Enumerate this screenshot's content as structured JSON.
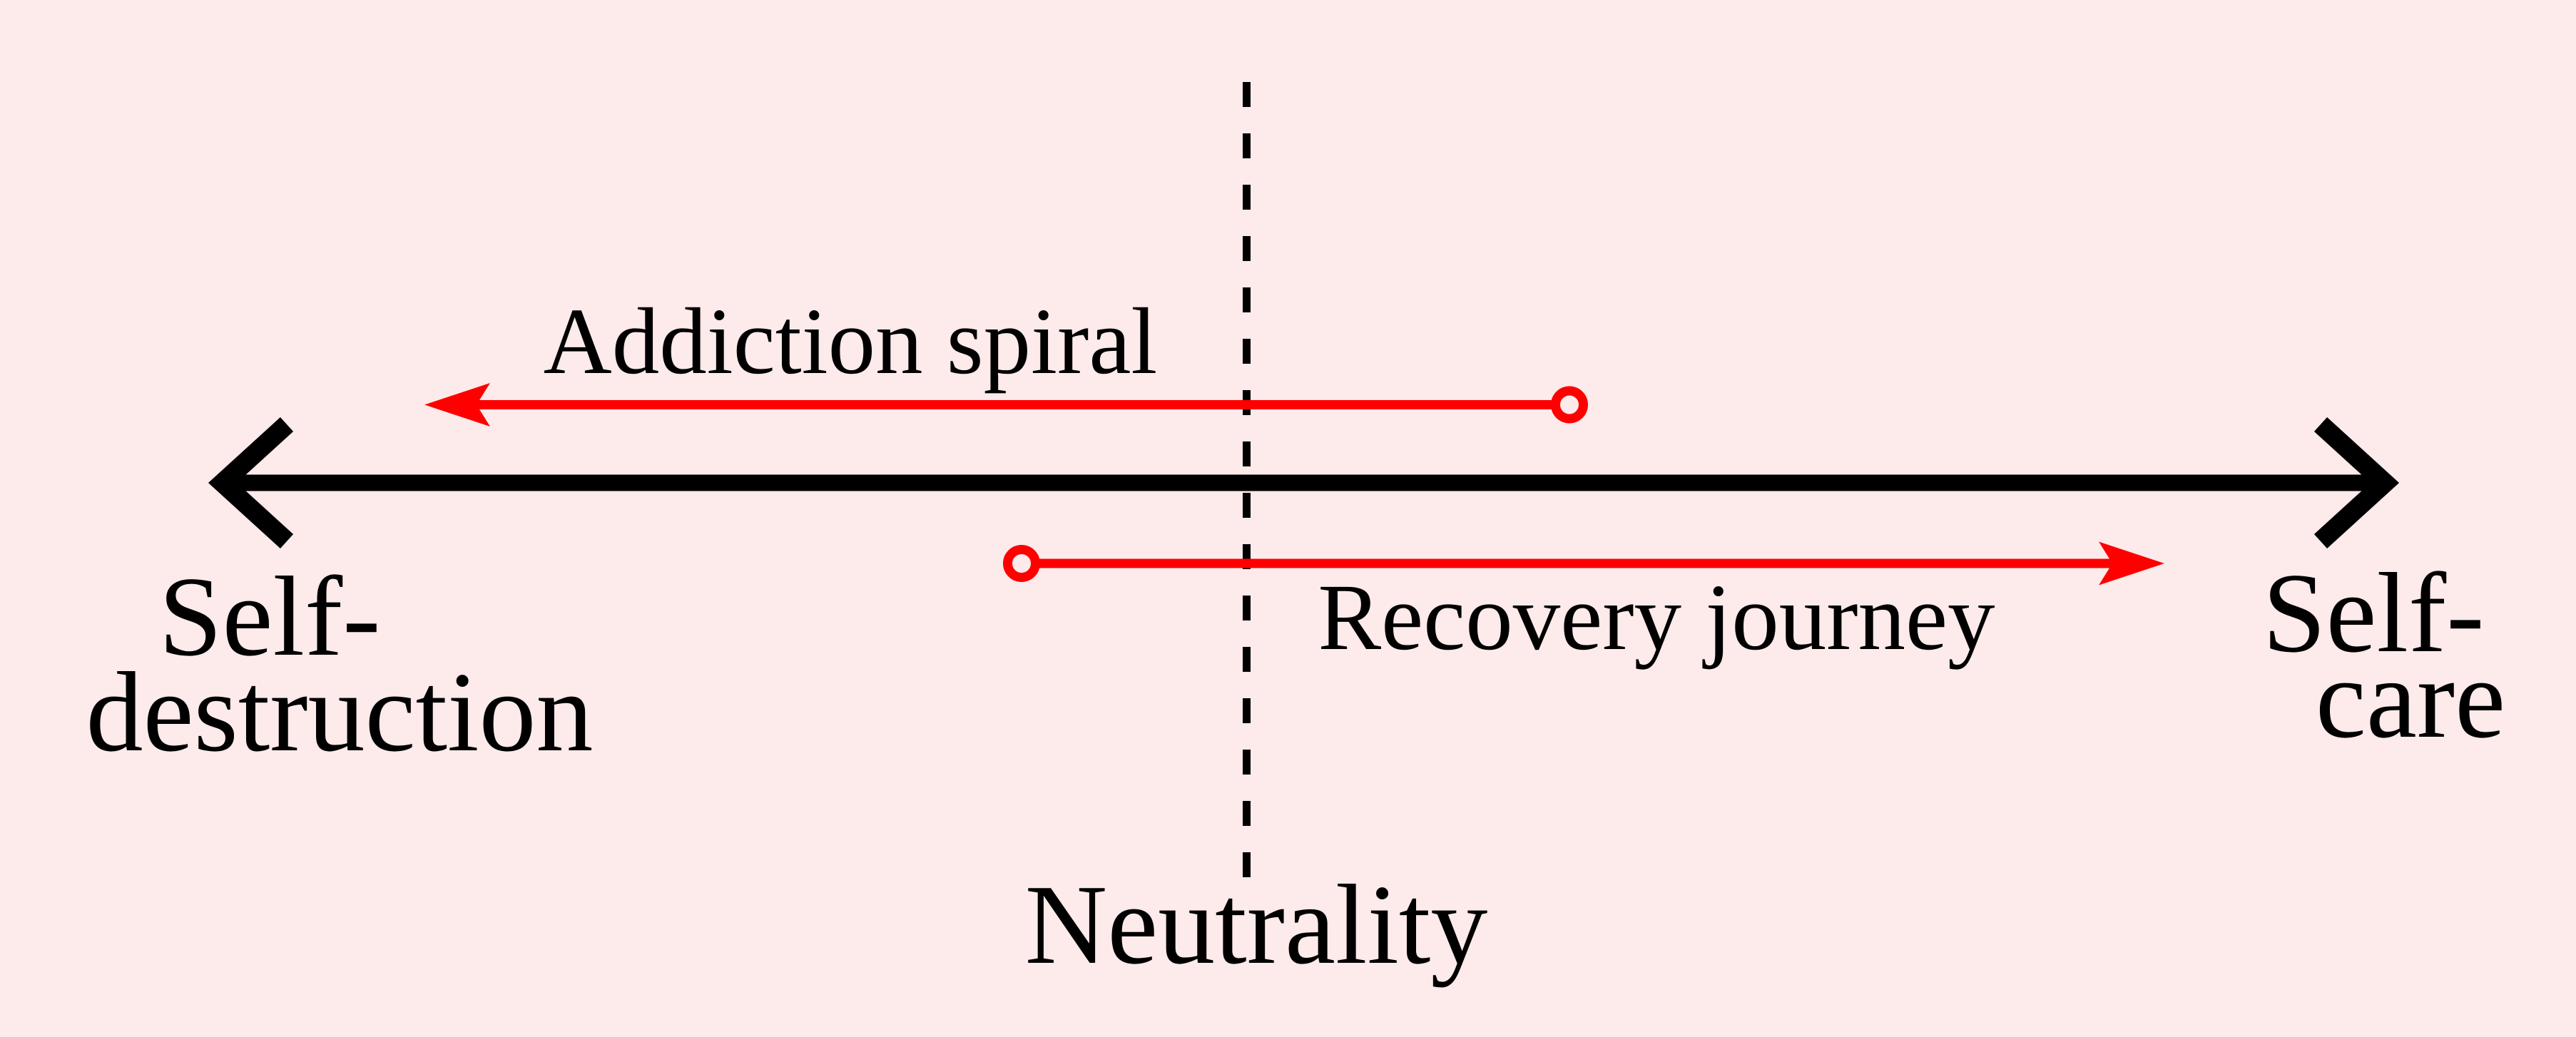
{
  "colors": {
    "background": "#fdeaea",
    "black": "#000000",
    "red": "#ff0000",
    "text": "#000000"
  },
  "spectrum": {
    "left_pole": {
      "line1": "Self-",
      "line2": "destruction"
    },
    "right_pole": {
      "line1": "Self-",
      "line2": "care"
    },
    "center_marker": {
      "label": "Neutrality",
      "line_style": "dashed"
    },
    "axis_style": "double-headed-arrow"
  },
  "arrows": {
    "addiction": {
      "label": "Addiction spiral",
      "direction": "left",
      "start_marker": "open-circle",
      "color": "#ff0000"
    },
    "recovery": {
      "label": "Recovery journey",
      "direction": "right",
      "start_marker": "open-circle",
      "color": "#ff0000"
    }
  }
}
